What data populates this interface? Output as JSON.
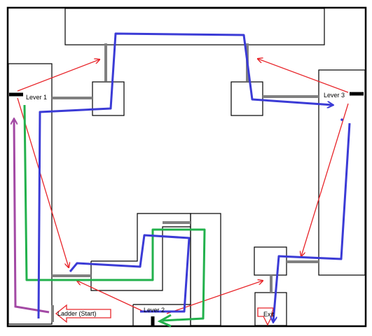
{
  "labels": {
    "lever1": "Lever 1",
    "lever2": "Lever 2",
    "lever3": "Lever 3",
    "ladder": "Ladder (Start)",
    "exit": "Exit"
  },
  "colors": {
    "wall": "#000000",
    "bridge": "#808080",
    "blue_path": "#3b3bd6",
    "green_path": "#22b14c",
    "purple_path": "#a349a4",
    "red_arrows": "#e8262b"
  }
}
